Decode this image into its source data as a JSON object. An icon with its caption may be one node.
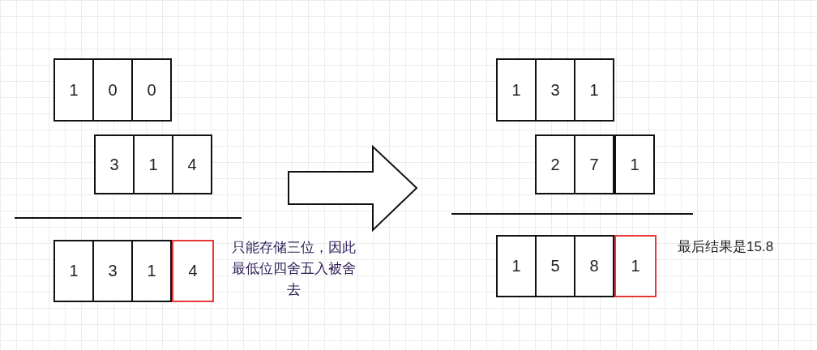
{
  "diagram": {
    "nodes": [
      {
        "text": [
          "1"
        ]
      },
      {
        "text": [
          "0"
        ]
      },
      {
        "text": [
          "0"
        ]
      },
      {
        "text": [
          "3"
        ]
      },
      {
        "text": [
          "1"
        ]
      },
      {
        "text": [
          "4"
        ]
      },
      {
        "text": [
          "1"
        ]
      },
      {
        "text": [
          "3"
        ]
      },
      {
        "text": [
          "1"
        ]
      },
      {
        "text": [
          "4"
        ]
      },
      {
        "text": [
          "1"
        ]
      },
      {
        "text": [
          "3"
        ]
      },
      {
        "text": [
          "1"
        ]
      },
      {
        "text": [
          "2"
        ]
      },
      {
        "text": [
          "7"
        ]
      },
      {
        "text": [
          "1"
        ]
      },
      {
        "text": [
          "1"
        ]
      },
      {
        "text": [
          "5"
        ]
      },
      {
        "text": [
          "8"
        ]
      },
      {
        "text": [
          "1"
        ]
      }
    ],
    "labels": [
      "只能存储三位，因此最低位四舍五入被舍去",
      "最后结果是15.8"
    ]
  }
}
